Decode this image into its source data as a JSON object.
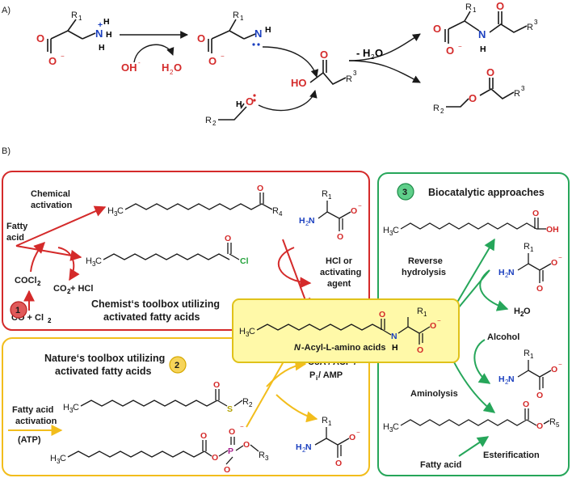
{
  "panel_a": {
    "label": "A)",
    "r1": "R",
    "r1_sub": "1",
    "nh3": "N",
    "nh3_h": "H",
    "nh3_plus": "+",
    "o": "O",
    "o_minus": "−",
    "oh_minus": "OH",
    "oh_minus_sup": "-",
    "h2o": "H",
    "h2o_sub": "2",
    "h2o_o": "O",
    "nh": "N",
    "nh_h": "H",
    "ho": "HO",
    "r3": "R",
    "r3_sub": "3",
    "h": "H",
    "r2": "R",
    "r2_sub": "2",
    "minus_h2o": "- H",
    "minus_h2o_sub": "2",
    "minus_h2o_o": "O",
    "n_amide": "N",
    "n_amide_h": "H"
  },
  "panel_b": {
    "label": "B)",
    "box1": {
      "number": "1",
      "title_line1": "Chemist‘s toolbox utilizing",
      "title_line2": "activated fatty acids",
      "chemical_activation_1": "Chemical",
      "chemical_activation_2": "activation",
      "fatty_acid_1": "Fatty",
      "fatty_acid_2": "acid",
      "cocl2": "COCl",
      "cocl2_sub": "2",
      "co_cl2": "CO + Cl",
      "co_cl2_sub": "2",
      "co2_hcl": "CO",
      "co2_sub": "2",
      "co2_rest": " + HCl",
      "hcl_1": "HCl or",
      "hcl_2": "activating",
      "hcl_3": "agent",
      "h3c": "H",
      "h3c_sub": "3",
      "h3c_c": "C",
      "r4": "R",
      "r4_sub": "4",
      "cl": "Cl",
      "o": "O",
      "h2n": "H",
      "h2n_sub": "2",
      "h2n_n": "N",
      "r1": "R",
      "r1_sub": "1"
    },
    "box2": {
      "number": "2",
      "title_line1": "Nature‘s toolbox utilizing",
      "title_line2": "activated fatty acids",
      "fa_activation_1": "Fatty acid",
      "fa_activation_2": "activation",
      "atp": "(ATP)",
      "coa_1": "CoA / ACP /",
      "coa_2": "P",
      "coa_2_sub": "i",
      "coa_2_rest": " / AMP",
      "s": "S",
      "r2": "R",
      "r2_sub": "2",
      "p": "P",
      "r3": "R",
      "r3_sub": "3"
    },
    "box3": {
      "number": "3",
      "title": "Biocatalytic approaches",
      "reverse_1": "Reverse",
      "reverse_2": "hydrolysis",
      "h2o": "H",
      "h2o_sub": "2",
      "h2o_o": "O",
      "alcohol": "Alcohol",
      "aminolysis": "Aminolysis",
      "esterification": "Esterification",
      "fatty_acid": "Fatty acid",
      "oh": "OH",
      "r5": "R",
      "r5_sub": "5"
    },
    "center": {
      "label_italic": "N",
      "label_rest": "-Acyl-L-amino acids",
      "nh_n": "N",
      "nh_h": "H"
    }
  },
  "colors": {
    "red": "#d42a2a",
    "yellow": "#f2bd1c",
    "green": "#26a65a",
    "blue": "#1a3fbf",
    "purple": "#a8208e",
    "sulfur": "#b3a100",
    "chlorine": "#23a23a",
    "center_fill": "#fff9a8",
    "center_stroke": "#e0c21a"
  }
}
